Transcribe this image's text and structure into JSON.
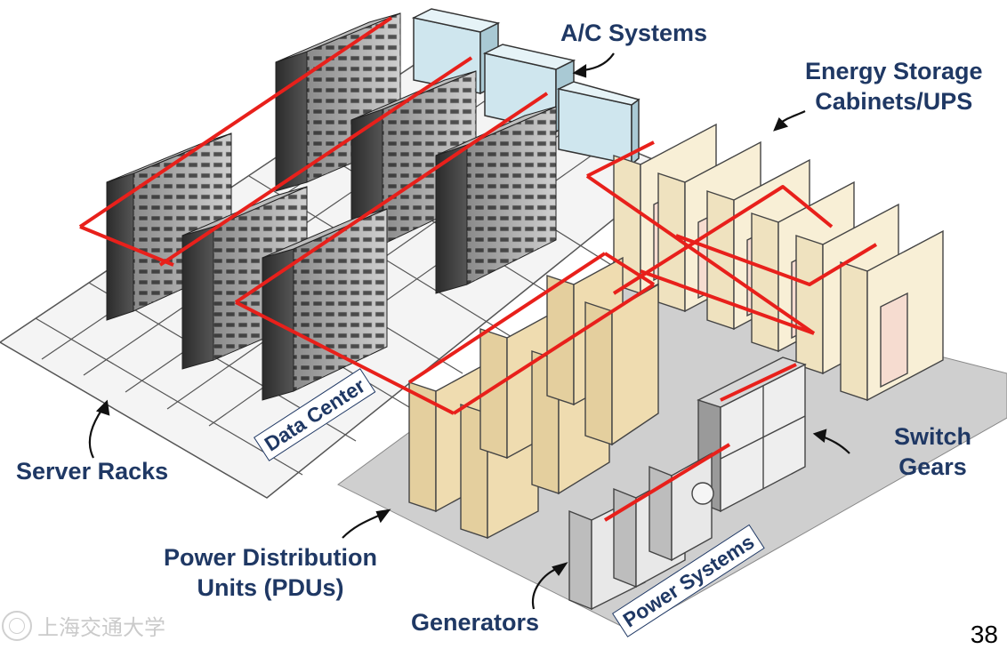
{
  "labels": {
    "ac_systems": "A/C Systems",
    "energy_storage_line1": "Energy Storage",
    "energy_storage_line2": "Cabinets/UPS",
    "switch_gears_line1": "Switch",
    "switch_gears_line2": "Gears",
    "server_racks": "Server Racks",
    "pdu_line1": "Power Distribution",
    "pdu_line2": "Units (PDUs)",
    "generators": "Generators"
  },
  "zones": {
    "data_center": "Data Center",
    "power_systems": "Power Systems"
  },
  "logo_text": "上海交通大学",
  "page_number": "38",
  "colors": {
    "label": "#1f3864",
    "power_line": "#e8201b",
    "rack": "#3a3a3a",
    "ac": "#cfe6ee",
    "ups": "#f8efd6",
    "pdu": "#efdcb0",
    "floor": "#cfcfcf"
  }
}
